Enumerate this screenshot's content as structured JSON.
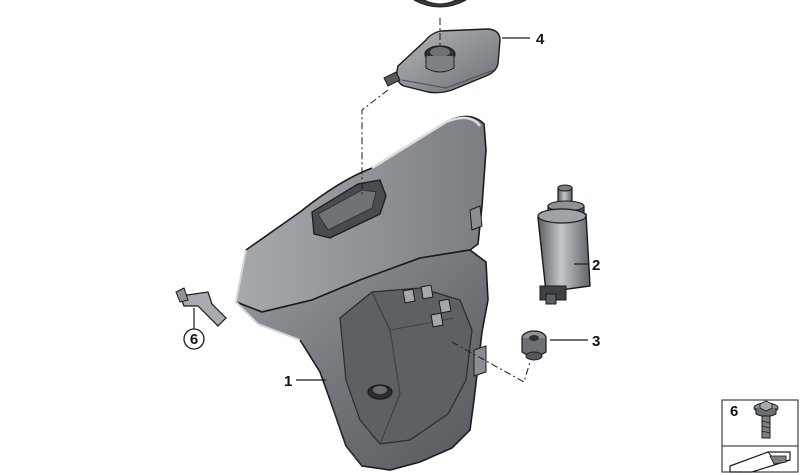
{
  "callouts": {
    "reservoir": "1",
    "pump": "2",
    "grommet": "3",
    "filler_cap": "4",
    "bolt_circled": "6"
  },
  "legend": {
    "item_number": "6"
  },
  "colors": {
    "part_dark": "#5f6266",
    "part_mid": "#8a8d91",
    "part_light": "#b9bcc0",
    "outline": "#1b1b1b",
    "background": "#ffffff"
  }
}
